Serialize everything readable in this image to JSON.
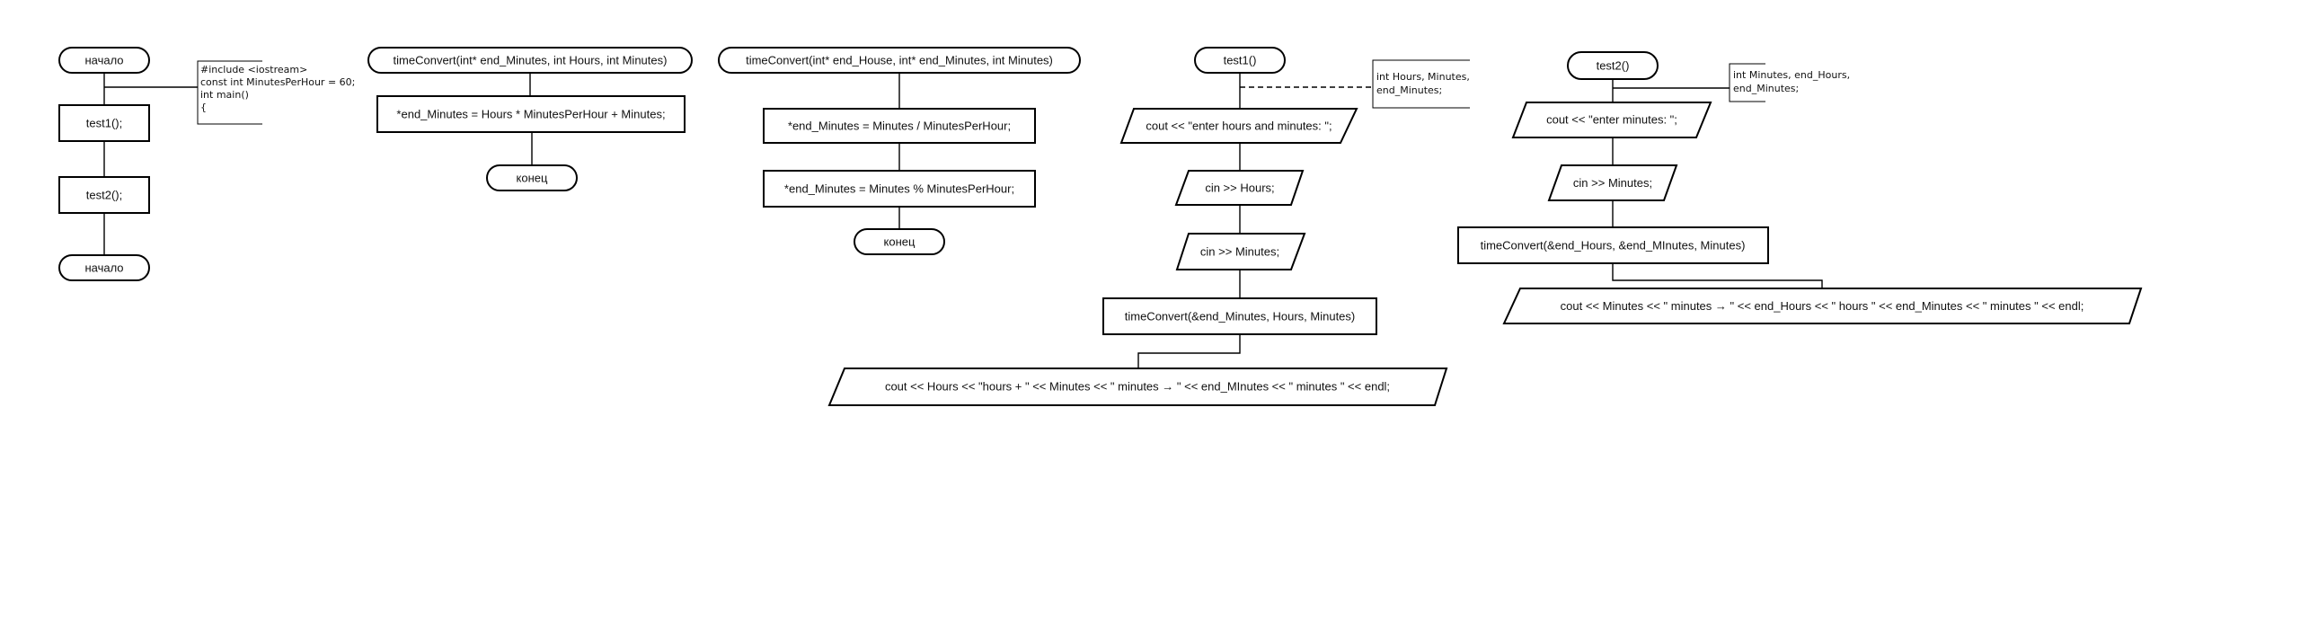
{
  "colors": {
    "stroke": "#000000",
    "fill": "#ffffff",
    "text": "#111111",
    "background": "#ffffff"
  },
  "main": {
    "start": "начало",
    "note": [
      "#include <iostream>",
      "const int MinutesPerHour = 60;",
      "int main()",
      "{"
    ],
    "call1": "test1();",
    "call2": "test2();",
    "end": "начало"
  },
  "fn1": {
    "header": "timeConvert(int* end_Minutes, int Hours, int Minutes)",
    "step1": "*end_Minutes = Hours * MinutesPerHour + Minutes;",
    "end": "конец"
  },
  "fn2": {
    "header": "timeConvert(int* end_House, int* end_Minutes, int Minutes)",
    "step1": "*end_Minutes = Minutes / MinutesPerHour;",
    "step2": "*end_Minutes = Minutes % MinutesPerHour;",
    "end": "конец"
  },
  "test1": {
    "header": "test1()",
    "note": [
      "int Hours, Minutes,",
      "end_Minutes;"
    ],
    "prompt": "cout << \"enter hours and minutes: \";",
    "read_hours": "cin >> Hours;",
    "read_minutes": "cin >> Minutes;",
    "call": "timeConvert(&end_Minutes, Hours, Minutes)",
    "output": "cout << Hours << \"hours + \" << Minutes << \" minutes → \" << end_MInutes << \" minutes \" << endl;"
  },
  "test2": {
    "header": "test2()",
    "note": [
      "int Minutes, end_Hours,",
      "end_Minutes;"
    ],
    "prompt": "cout << \"enter minutes: \";",
    "read_minutes": "cin >> Minutes;",
    "call": "timeConvert(&end_Hours, &end_MInutes, Minutes)",
    "output": "cout << Minutes << \" minutes → \" << end_Hours << \" hours \" << end_Minutes << \" minutes \" << endl;"
  }
}
